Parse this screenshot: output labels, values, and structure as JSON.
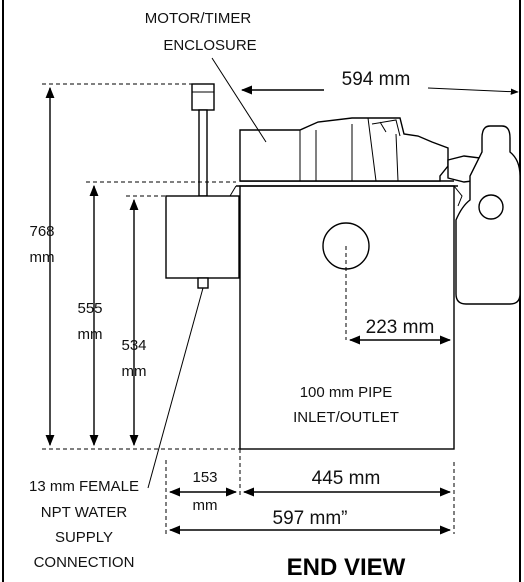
{
  "labels": {
    "motor_line1": "MOTOR/TIMER",
    "motor_line2": "ENCLOSURE",
    "width_594": "594 mm",
    "height_768_a": "768",
    "height_768_b": "mm",
    "height_555_a": "555",
    "height_555_b": "mm",
    "height_534_a": "534",
    "height_534_b": "mm",
    "dim_223": "223 mm",
    "pipe_line1": "100 mm PIPE",
    "pipe_line2": "INLET/OUTLET",
    "water_line1": "13 mm FEMALE",
    "water_line2": "NPT WATER",
    "water_line3": "SUPPLY",
    "water_line4": "CONNECTION",
    "dim_153_a": "153",
    "dim_153_b": "mm",
    "dim_445": "445 mm",
    "dim_597": "597 mm”",
    "title": "END VIEW"
  },
  "colors": {
    "line": "#000000",
    "background": "#ffffff"
  }
}
